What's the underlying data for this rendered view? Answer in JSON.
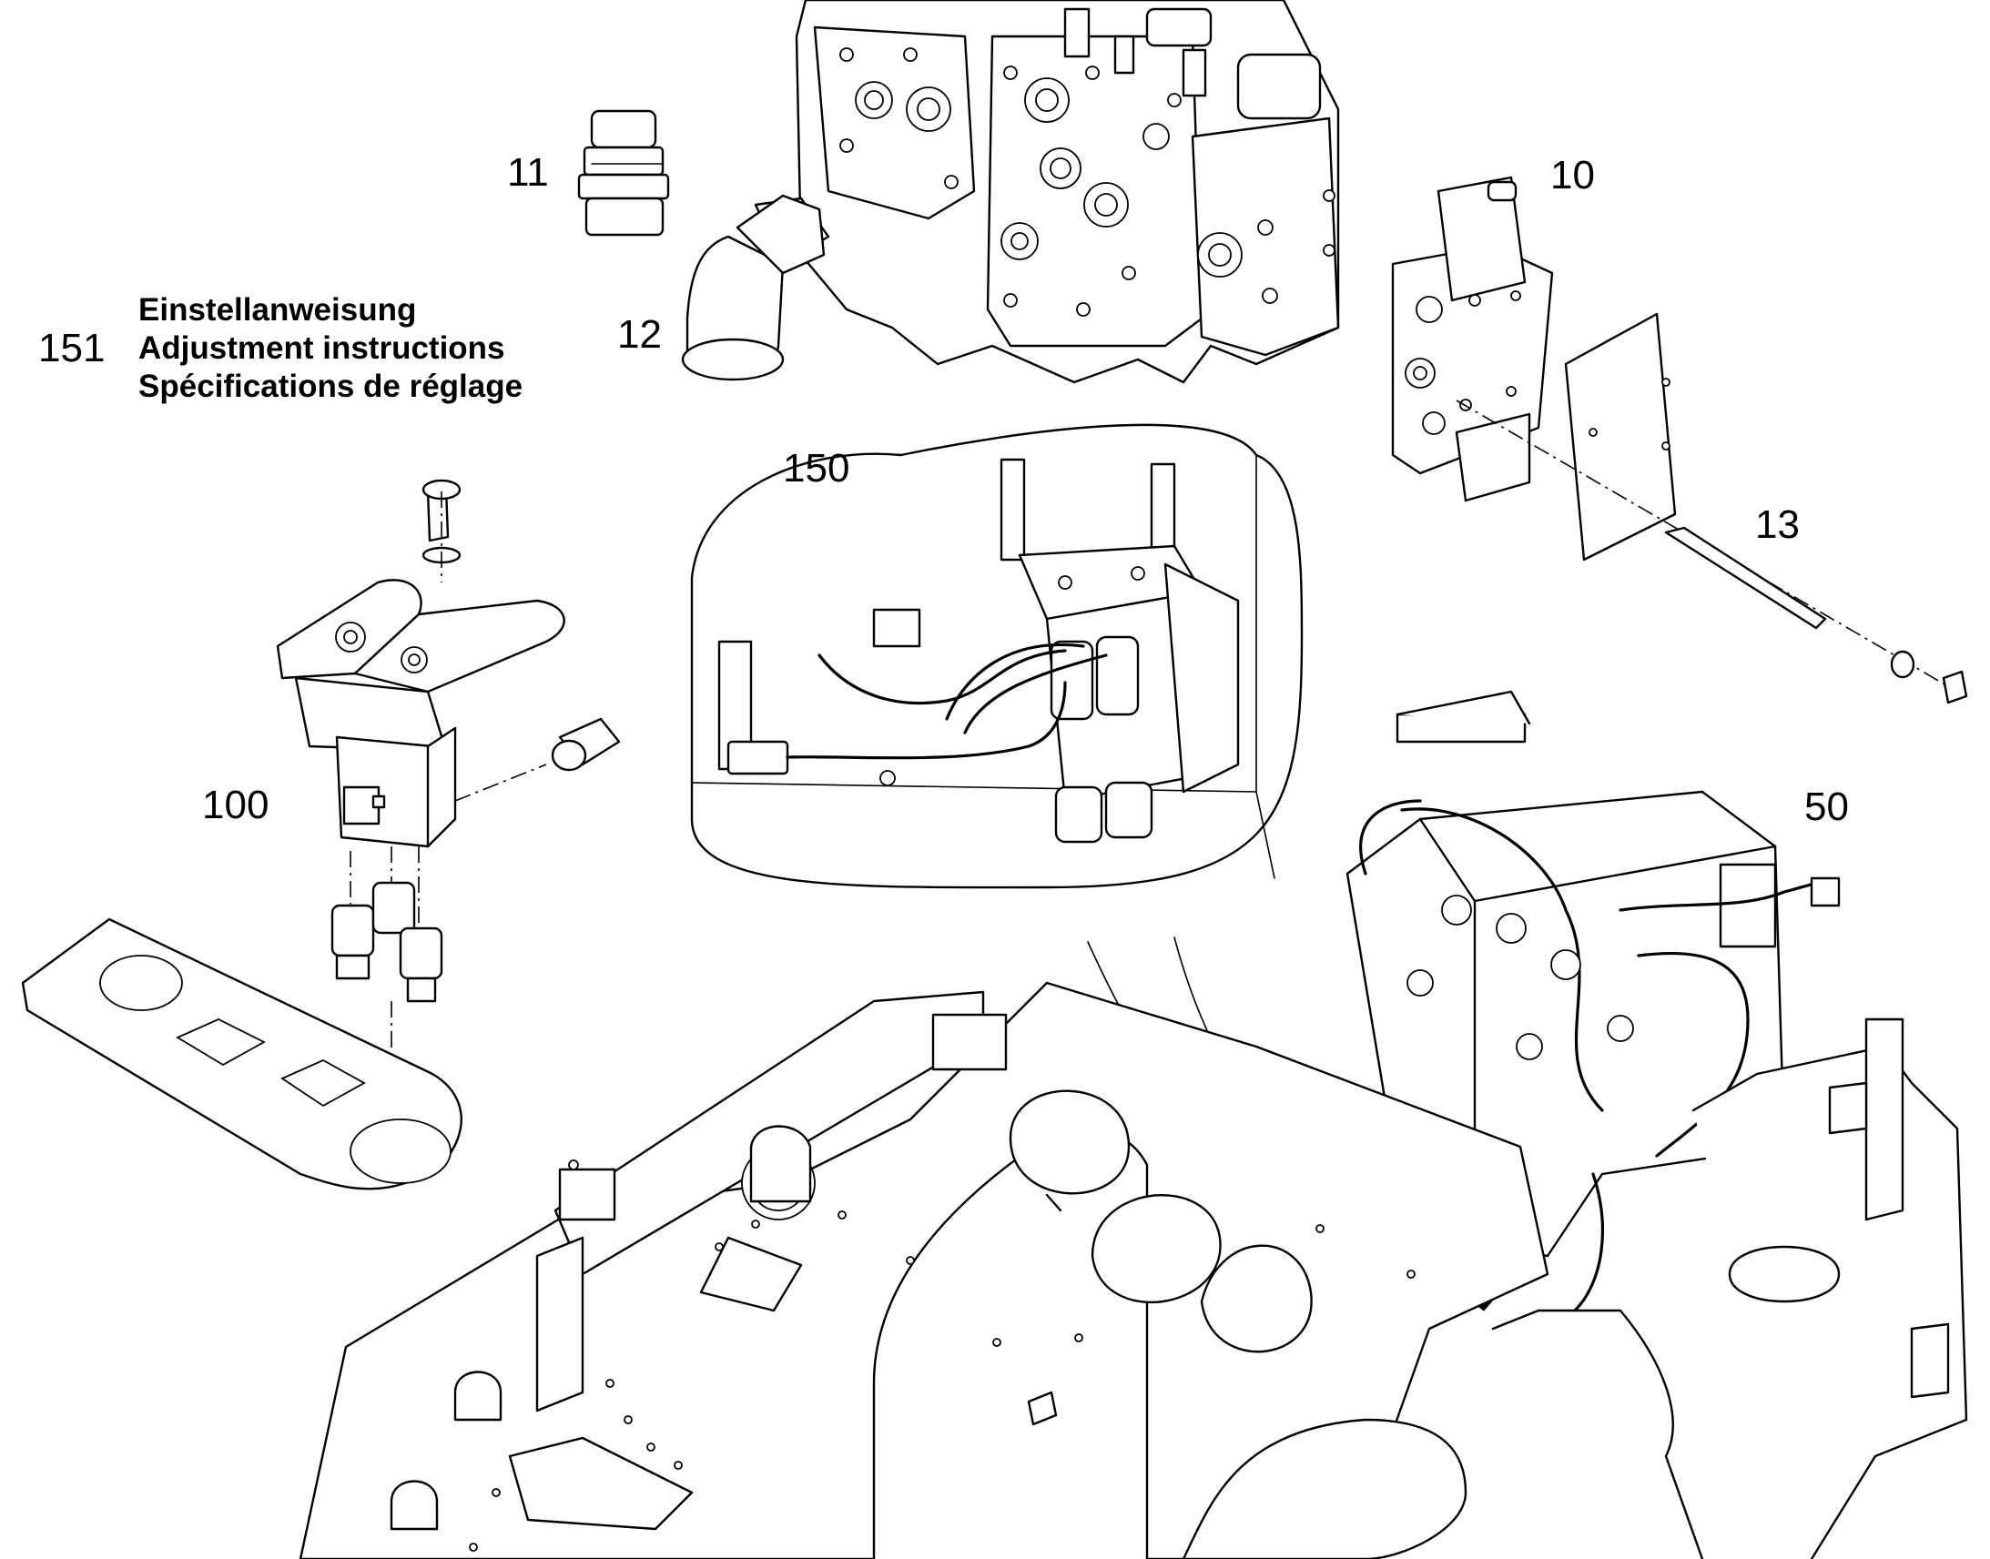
{
  "callouts": {
    "c10": "10",
    "c11": "11",
    "c12": "12",
    "c13": "13",
    "c50": "50",
    "c100": "100",
    "c150": "150",
    "c151": "151"
  },
  "instructions": {
    "de": "Einstellanweisung",
    "en": "Adjustment instructions",
    "fr": "Spécifications de réglage"
  }
}
